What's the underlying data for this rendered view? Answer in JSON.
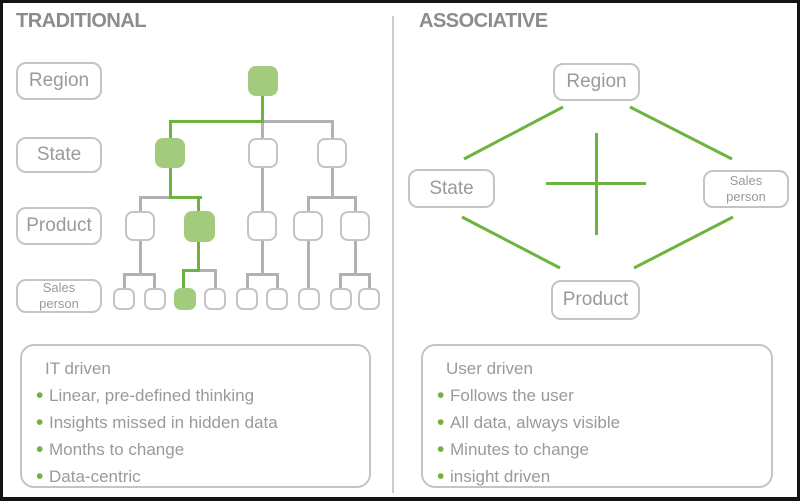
{
  "colors": {
    "green_line": "#6cb33f",
    "green_fill": "#a3cb7d",
    "gray_line": "#b2b2b2",
    "box_border": "#c4c4c4",
    "text_gray": "#9a9a9a",
    "title_gray": "#8c8c8c",
    "divider_gray": "#cccccc",
    "frame_black": "#141414"
  },
  "icons": {
    "bullet": "•"
  },
  "panels": {
    "left": {
      "title": "TRADITIONAL",
      "row_labels": {
        "region": "Region",
        "state": "State",
        "product": "Product",
        "sales": "Sales person"
      },
      "summary": {
        "heading": "IT driven",
        "items": [
          "Linear, pre-defined thinking",
          "Insights missed in hidden data",
          "Months to change",
          "Data-centric"
        ]
      }
    },
    "right": {
      "title": "ASSOCIATIVE",
      "node_labels": {
        "top": "Region",
        "left": "State",
        "right": "Sales person",
        "bottom": "Product"
      },
      "summary": {
        "heading": "User driven",
        "items": [
          "Follows the user",
          "All data, always visible",
          "Minutes to change",
          "insight driven"
        ]
      }
    }
  }
}
